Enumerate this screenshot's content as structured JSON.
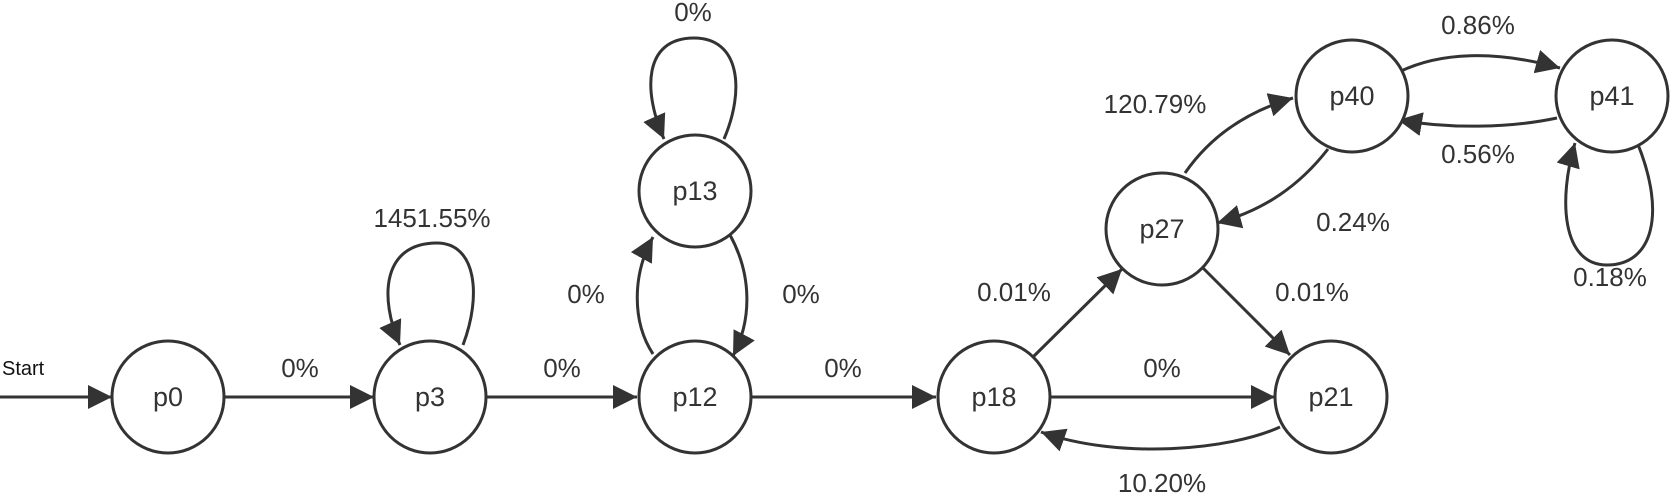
{
  "start_label": "Start",
  "nodes": {
    "p0": "p0",
    "p3": "p3",
    "p12": "p12",
    "p13": "p13",
    "p18": "p18",
    "p21": "p21",
    "p27": "p27",
    "p40": "p40",
    "p41": "p41"
  },
  "edges": {
    "p0_p3": "0%",
    "p3_p3": "1451.55%",
    "p3_p12": "0%",
    "p12_p13": "0%",
    "p13_p12": "0%",
    "p13_p13": "0%",
    "p12_p18": "0%",
    "p18_p21": "0%",
    "p21_p18": "10.20%",
    "p18_p27": "0.01%",
    "p27_p21": "0.01%",
    "p27_p40": "120.79%",
    "p40_p27": "0.24%",
    "p40_p41": "0.86%",
    "p41_p40": "0.56%",
    "p41_p41": "0.18%"
  },
  "colors": {
    "stroke": "#333333",
    "background": "#ffffff"
  }
}
